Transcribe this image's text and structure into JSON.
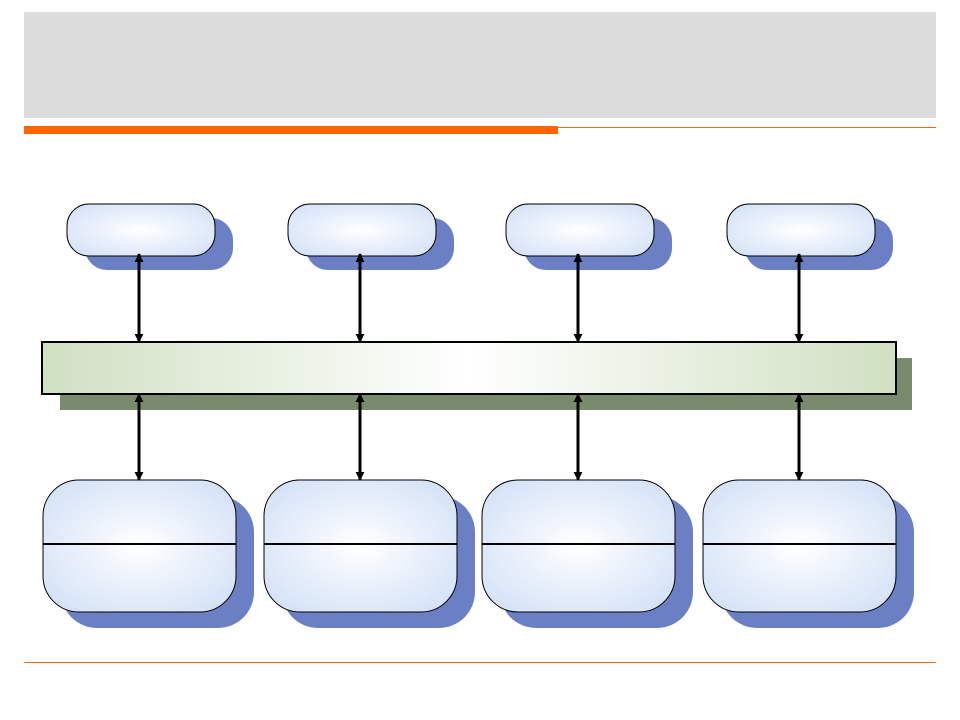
{
  "slide": {
    "title": ""
  },
  "colors": {
    "title_background": "#dcdcdc",
    "accent": "#ff6600",
    "node_fill": "#e6effc",
    "node_shadow": "#6b7fc4",
    "bus_fill": "#dbe8cf",
    "bus_shadow": "#7a8a6c",
    "stroke": "#000000"
  },
  "diagram": {
    "top_nodes": [
      {
        "label": ""
      },
      {
        "label": ""
      },
      {
        "label": ""
      },
      {
        "label": ""
      }
    ],
    "bus": {
      "label": ""
    },
    "bottom_nodes": [
      {
        "top_label": "",
        "bottom_label": ""
      },
      {
        "top_label": "",
        "bottom_label": ""
      },
      {
        "top_label": "",
        "bottom_label": ""
      },
      {
        "top_label": "",
        "bottom_label": ""
      }
    ],
    "connectors": {
      "style": "double-headed-arrow",
      "top_count": 4,
      "bottom_count": 4
    }
  }
}
